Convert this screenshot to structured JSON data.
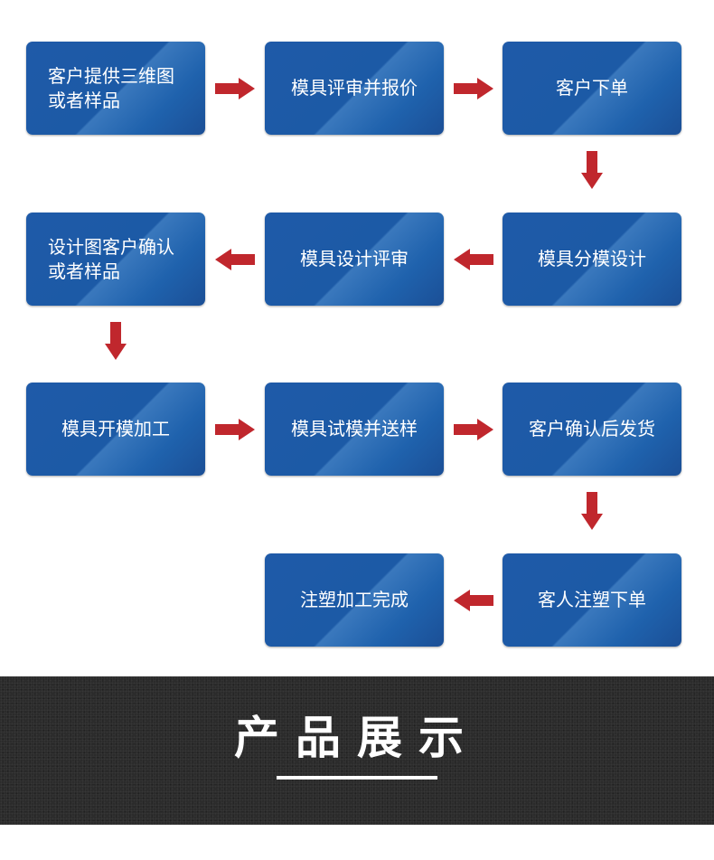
{
  "steps": {
    "s1": "客户提供三维图\n或者样品",
    "s2": "模具评审并报价",
    "s3": "客户下单",
    "s4": "模具分模设计",
    "s5": "模具设计评审",
    "s6": "设计图客户确认\n或者样品",
    "s7": "模具开模加工",
    "s8": "模具试模并送样",
    "s9": "客户确认后发货",
    "s10": "客人注塑下单",
    "s11": "注塑加工完成"
  },
  "section": {
    "title": "产品展示"
  },
  "colors": {
    "box_blue": "#1f5aa8",
    "arrow_red": "#c0272d",
    "band_dark": "#2b2b2b"
  }
}
